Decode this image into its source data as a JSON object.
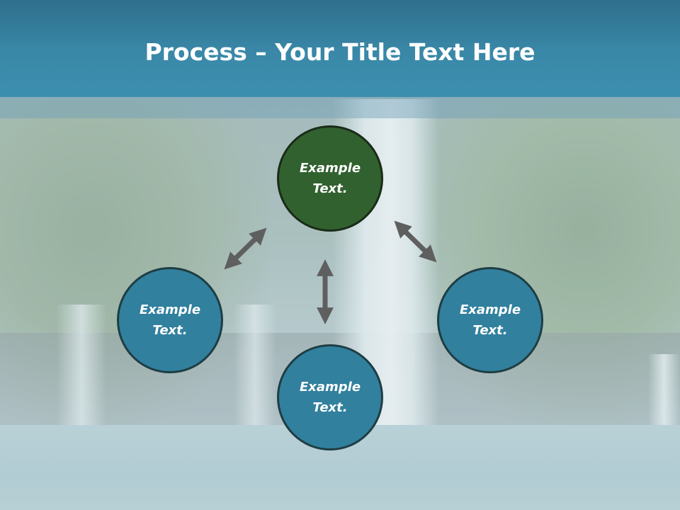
{
  "slide": {
    "title_bold": "Process",
    "title_rest": " – Your Title Text Here"
  },
  "nodes": {
    "top": {
      "line1": "Example",
      "line2": "Text."
    },
    "left": {
      "line1": "Example",
      "line2": "Text."
    },
    "right": {
      "line1": "Example",
      "line2": "Text."
    },
    "bottom": {
      "line1": "Example",
      "line2": "Text."
    }
  },
  "colors": {
    "title_bar": "#3a88a8",
    "node_accent": "#31612f",
    "node_default": "#31809e",
    "arrow": "#5f5f5f"
  }
}
